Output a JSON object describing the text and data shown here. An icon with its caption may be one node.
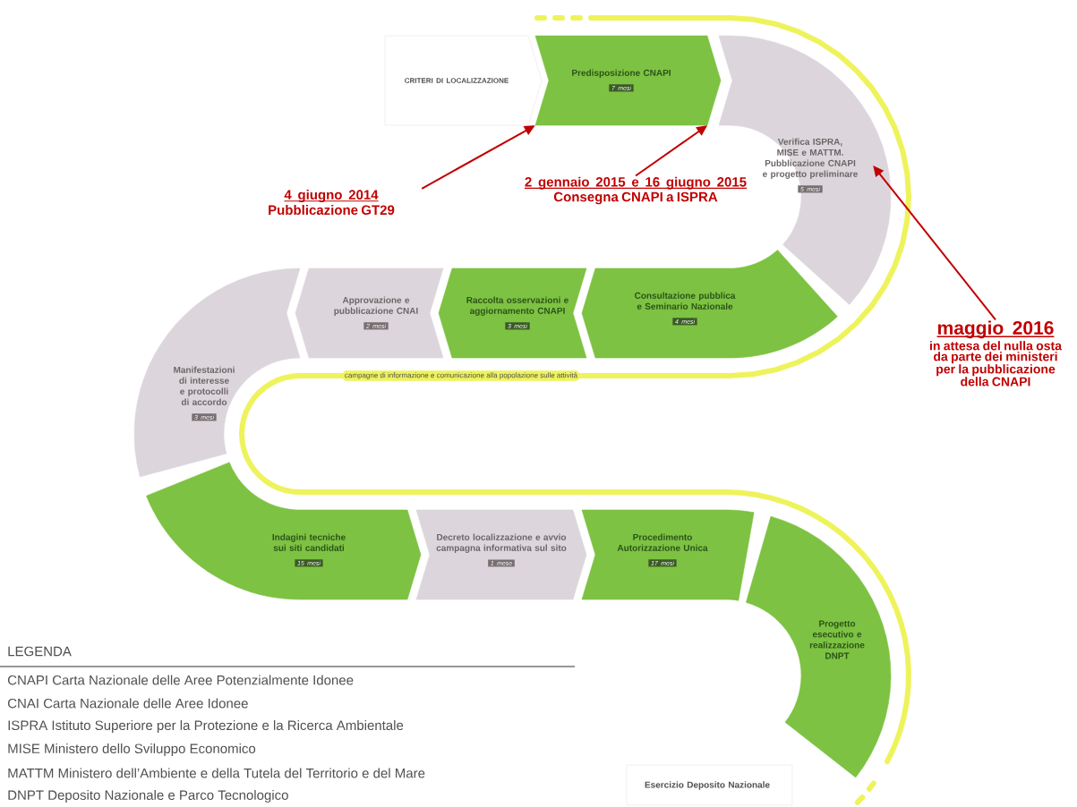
{
  "diagram": {
    "nodes": [
      {
        "text": [
          "CRITERI DI LOCALIZZAZIONE"
        ]
      },
      {
        "text": [
          "Predisposizione CNAPI",
          "7 mesi"
        ]
      },
      {
        "text": [
          "Verifica ISPRA, MISE e MATTM. Pubblicazione CNAPI e progetto preliminare",
          "5 mesi"
        ]
      },
      {
        "text": [
          "Consultazione pubblica e Seminario Nazionale",
          "4 mesi"
        ]
      },
      {
        "text": [
          "Raccolta osservazioni e aggiornamento CNAPI",
          "3 mesi"
        ]
      },
      {
        "text": [
          "Approvazione e pubblicazione CNAI",
          "2 mesi"
        ]
      },
      {
        "text": [
          "Manifestazioni di interesse e protocolli di accordo",
          "3 mesi"
        ]
      },
      {
        "text": [
          "Indagini tecniche sui siti candidati",
          "15 mesi"
        ]
      },
      {
        "text": [
          "Decreto localizzazione e avvio campagna informativa sul sito",
          "1 mese"
        ]
      },
      {
        "text": [
          "Procedimento Autorizzazione Unica",
          "17 mesi"
        ]
      },
      {
        "text": [
          "Progetto esecutivo e realizzazione DNPT"
        ]
      },
      {
        "text": [
          "Esercizio Deposito Nazionale"
        ]
      },
      {
        "text": [
          "4 giugno 2014",
          "Pubblicazione GT29"
        ]
      },
      {
        "text": [
          "2 gennaio 2015 e 16 giugno 2015",
          "Consegna CNAPI a ISPRA"
        ]
      },
      {
        "text": [
          "maggio 2016",
          "in attesa del nulla osta da parte dei ministeri per la pubblicazione della CNAPI"
        ]
      },
      {
        "text": [
          "campagne di informazione e comunicazione alla popolazione sulle attività"
        ]
      }
    ],
    "edges": [
      {
        "from": 12,
        "to": 1,
        "arrow": "to"
      },
      {
        "from": 13,
        "to": 1,
        "arrow": "to"
      },
      {
        "from": 14,
        "to": 2,
        "arrow": "to"
      }
    ],
    "labels": [
      "LEGENDA",
      "CNAPI Carta Nazionale delle Aree Potenzialmente Idonee",
      "CNAI Carta Nazionale delle Aree Idonee",
      "ISPRA Istituto Superiore per la Protezione e la Ricerca Ambientale",
      "MISE Ministero dello Sviluppo Economico",
      "MATTM Ministero dell’Ambiente e della Tutela del Territorio e del Mare",
      "DNPT Deposito Nazionale e Parco Tecnologico"
    ]
  }
}
